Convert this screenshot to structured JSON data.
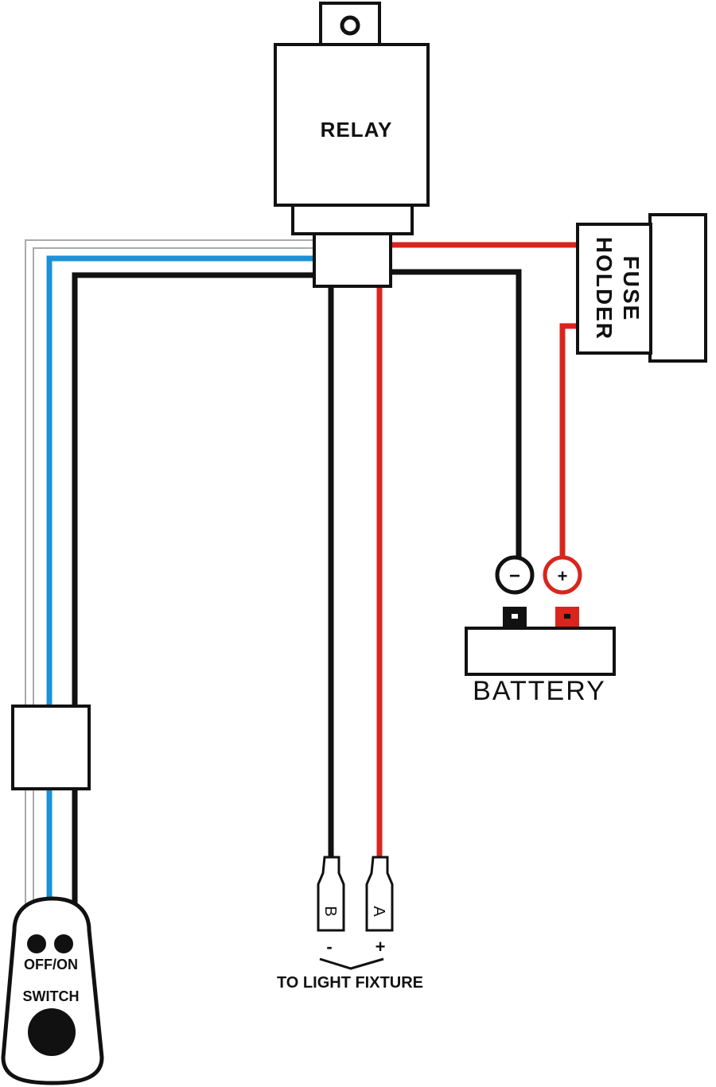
{
  "labels": {
    "relay": "RELAY",
    "fuse_line1": "FUSE",
    "fuse_line2": "HOLDER",
    "battery": "BATTERY",
    "negative": "−",
    "positive": "+",
    "switch_line1": "OFF/ON",
    "switch_line2": "SWITCH",
    "connector_b": "B",
    "connector_a": "A",
    "minus_marker": "-",
    "plus_marker": "+",
    "light_fixture": "TO LIGHT FIXTURE"
  },
  "colors": {
    "black_wire": "#111111",
    "red_wire": "#d9251d",
    "blue_wire": "#1e90d6",
    "white_wire": "#aaaaaa",
    "outline": "#111111"
  }
}
